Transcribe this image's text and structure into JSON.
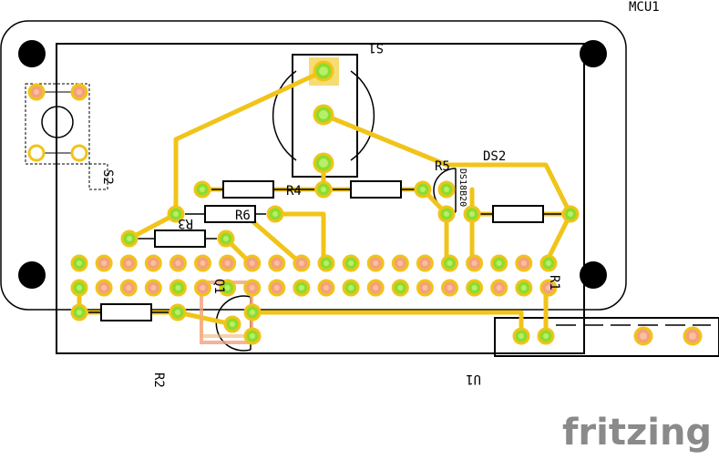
{
  "labels": {
    "mcu": "MCU1",
    "s1": "S1",
    "s2": "S2",
    "ds2": "DS2",
    "ds18b20": "DS18B20",
    "r1": "R1",
    "r2": "R2",
    "r3": "R3",
    "r4": "R4",
    "r5": "R5",
    "r6": "R6",
    "q1": "Q1",
    "u1": "U1"
  },
  "logo": {
    "text": "fritzing"
  },
  "colors": {
    "trace": "#f0c419",
    "pad_green": "#8edb2c",
    "pad_red": "#f4a07a",
    "pad_ring": "#f0c419",
    "outline": "#000000",
    "silk": "#000000",
    "logo": "#8a8a8a"
  }
}
